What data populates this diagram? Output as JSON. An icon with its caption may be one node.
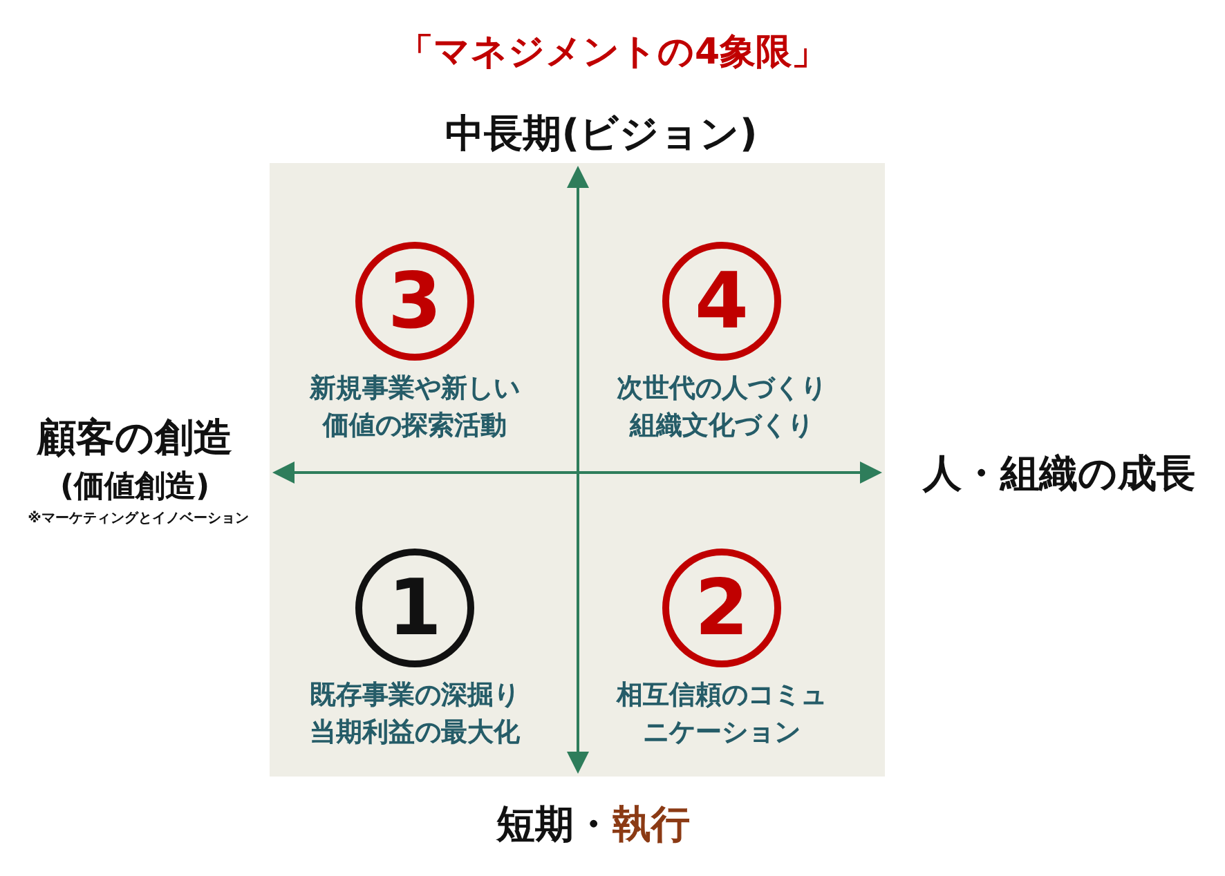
{
  "diagram": {
    "title": "「マネジメントの4象限」",
    "nodes": [
      {
        "text": [
          "3"
        ],
        "beside": [
          "新規事業や新しい価値の探索活動"
        ]
      },
      {
        "text": [
          "4"
        ],
        "beside": [
          "次世代の人づくり組織文化づくり"
        ]
      },
      {
        "text": [
          "1"
        ],
        "beside": [
          "既存事業の深掘り当期利益の最大化"
        ]
      },
      {
        "text": [
          "2"
        ],
        "beside": [
          "相互信頼のコミュニケーション"
        ]
      }
    ],
    "labels": [
      "中長期(ビジョン)",
      "顧客の創造",
      "(価値創造)",
      "※マーケティングとイノベーション",
      "人・組織の成長",
      "短期・",
      "執行"
    ]
  }
}
